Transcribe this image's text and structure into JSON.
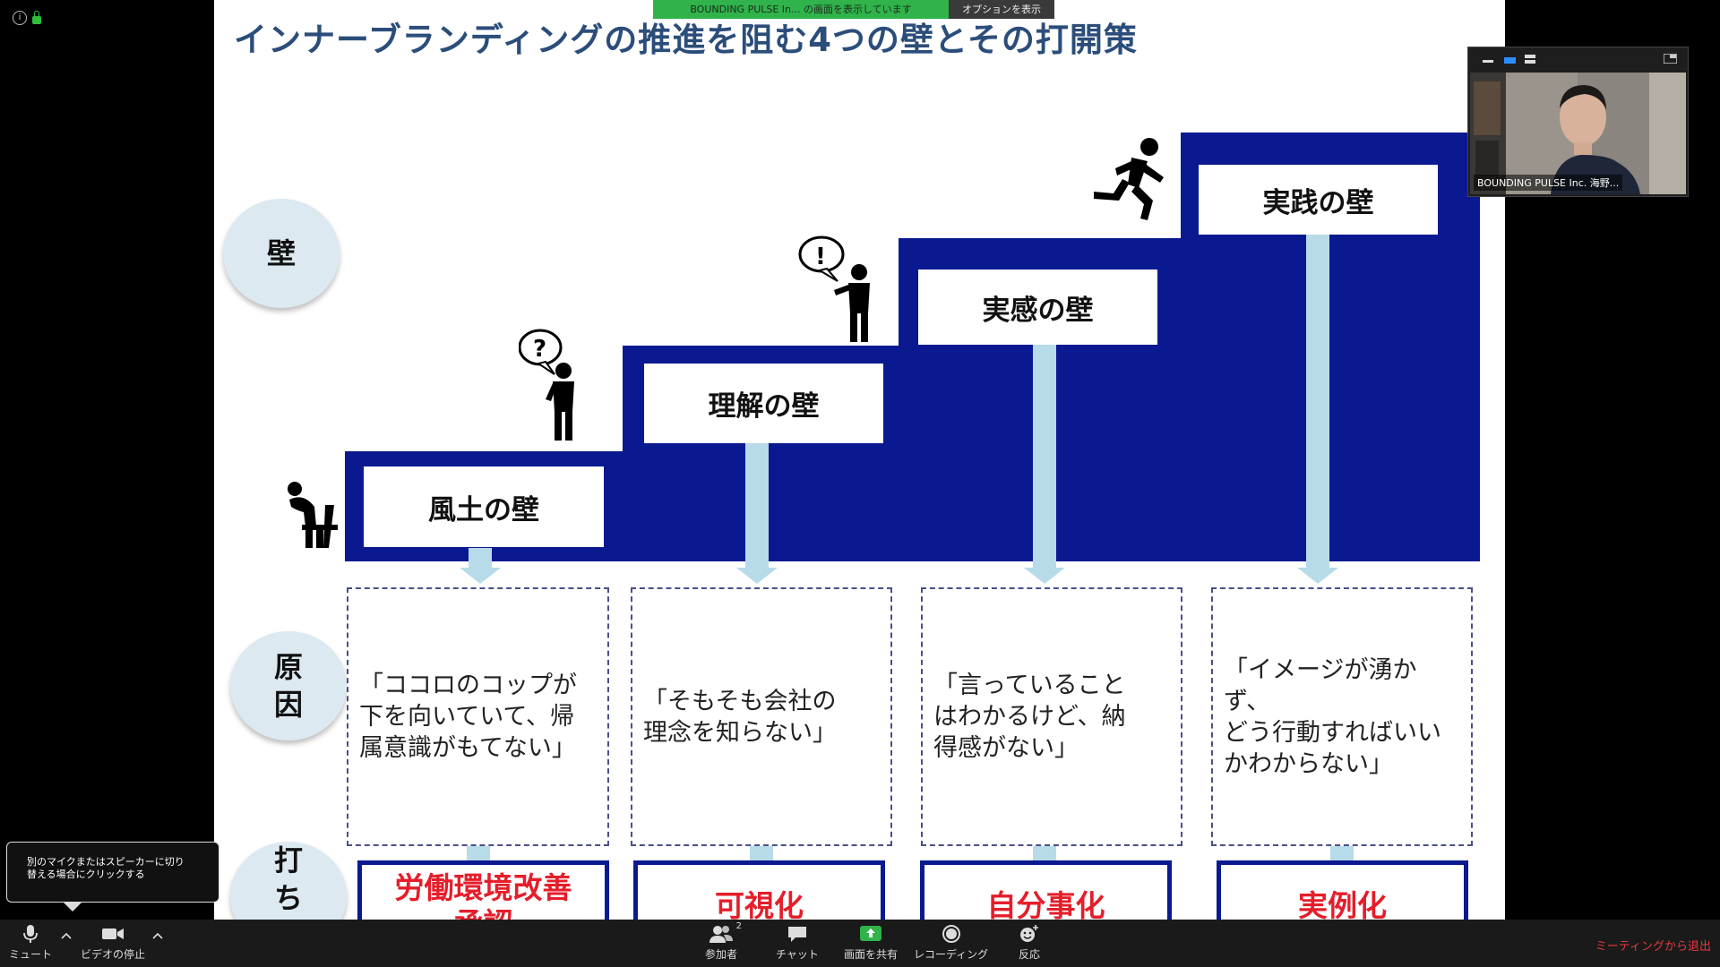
{
  "share_bar": {
    "banner": "BOUNDING PULSE In... の画面を表示しています",
    "options": "オプションを表示"
  },
  "slide": {
    "title": "インナーブランディングの推進を阻む4つの壁とその打開策",
    "row_labels": {
      "wall": "壁",
      "cause_1": "原",
      "cause_2": "因",
      "solution_1": "打",
      "solution_2": "ち"
    },
    "walls": [
      "風土の壁",
      "理解の壁",
      "実感の壁",
      "実践の壁"
    ],
    "causes": [
      [
        "「ココロのコップが",
        "下を向いていて、帰",
        "属意識がもてない」"
      ],
      [
        "「そもそも会社の",
        "理念を知らない」"
      ],
      [
        "「言っていること",
        "はわかるけど、納",
        "得感がない」"
      ],
      [
        "「イメージが湧かず、",
        "どう行動すればいい",
        "かわからない」"
      ]
    ],
    "solutions": [
      [
        "労働環境改善",
        "承認"
      ],
      [
        "可視化"
      ],
      [
        "自分事化"
      ],
      [
        "実例化"
      ]
    ],
    "bubbles": {
      "question": "?",
      "exclaim": "!"
    },
    "colors": {
      "navy": "#0b1991",
      "arrow": "#b7dbe8",
      "title": "#2b4d7a",
      "solution_text": "#e41e2a"
    }
  },
  "video": {
    "participant_name": "BOUNDING PULSE Inc. 海野..."
  },
  "tooltip": {
    "line1": "別のマイクまたはスピーカーに切り",
    "line2": "替える場合にクリックする"
  },
  "toolbar": {
    "mute": "ミュート",
    "video_stop": "ビデオの停止",
    "participants": "参加者",
    "participant_count": "2",
    "chat": "チャット",
    "share_screen": "画面を共有",
    "recording": "レコーディング",
    "reactions": "反応",
    "leave": "ミーティングから退出"
  },
  "icons": [
    "info-icon",
    "lock-icon",
    "microphone-icon",
    "video-camera-icon",
    "participants-icon",
    "chat-icon",
    "share-screen-icon",
    "record-icon",
    "reaction-icon",
    "stickman-icon"
  ]
}
